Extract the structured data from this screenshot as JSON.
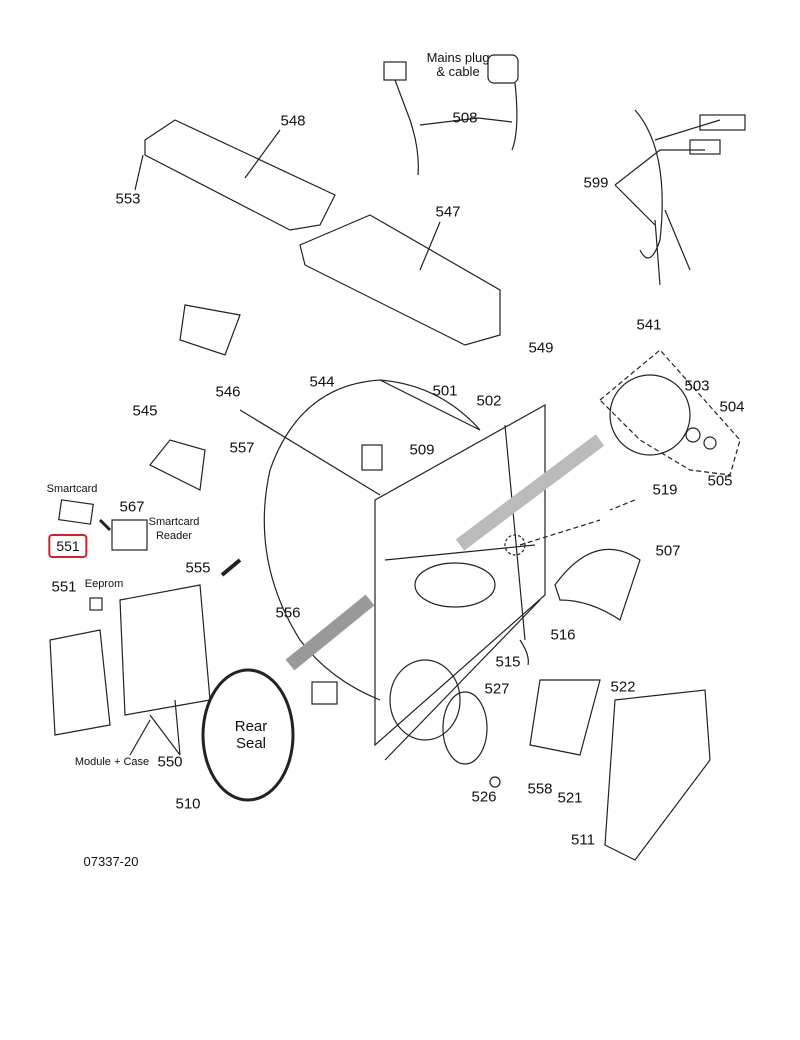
{
  "diagram": {
    "drawing_number": "07337-20",
    "parts": [
      {
        "id": "mains",
        "label": "Mains plug\n& cable"
      },
      {
        "id": "p508",
        "label": "508"
      },
      {
        "id": "p548",
        "label": "548"
      },
      {
        "id": "p553",
        "label": "553"
      },
      {
        "id": "p547",
        "label": "547"
      },
      {
        "id": "p599",
        "label": "599"
      },
      {
        "id": "p541",
        "label": "541"
      },
      {
        "id": "p549",
        "label": "549"
      },
      {
        "id": "p546",
        "label": "546"
      },
      {
        "id": "p544",
        "label": "544"
      },
      {
        "id": "p501",
        "label": "501"
      },
      {
        "id": "p502",
        "label": "502"
      },
      {
        "id": "p503",
        "label": "503"
      },
      {
        "id": "p504",
        "label": "504"
      },
      {
        "id": "p545",
        "label": "545"
      },
      {
        "id": "p557",
        "label": "557"
      },
      {
        "id": "p509",
        "label": "509"
      },
      {
        "id": "p505",
        "label": "505"
      },
      {
        "id": "p519",
        "label": "519"
      },
      {
        "id": "smartcard",
        "label": "Smartcard"
      },
      {
        "id": "p567",
        "label": "567"
      },
      {
        "id": "reader",
        "label": "Smartcard\nReader"
      },
      {
        "id": "p551a",
        "label": "551"
      },
      {
        "id": "p507",
        "label": "507"
      },
      {
        "id": "p555",
        "label": "555"
      },
      {
        "id": "p551b",
        "label": "551"
      },
      {
        "id": "eeprom",
        "label": "Eeprom"
      },
      {
        "id": "p556",
        "label": "556"
      },
      {
        "id": "p516",
        "label": "516"
      },
      {
        "id": "p515",
        "label": "515"
      },
      {
        "id": "p527",
        "label": "527"
      },
      {
        "id": "p522",
        "label": "522"
      },
      {
        "id": "rearseal",
        "label": "Rear\nSeal"
      },
      {
        "id": "module",
        "label": "Module + Case"
      },
      {
        "id": "p550",
        "label": "550"
      },
      {
        "id": "p510",
        "label": "510"
      },
      {
        "id": "p526",
        "label": "526"
      },
      {
        "id": "p558",
        "label": "558"
      },
      {
        "id": "p521",
        "label": "521"
      },
      {
        "id": "p511",
        "label": "511"
      }
    ],
    "highlight_color": "#d3202a"
  }
}
